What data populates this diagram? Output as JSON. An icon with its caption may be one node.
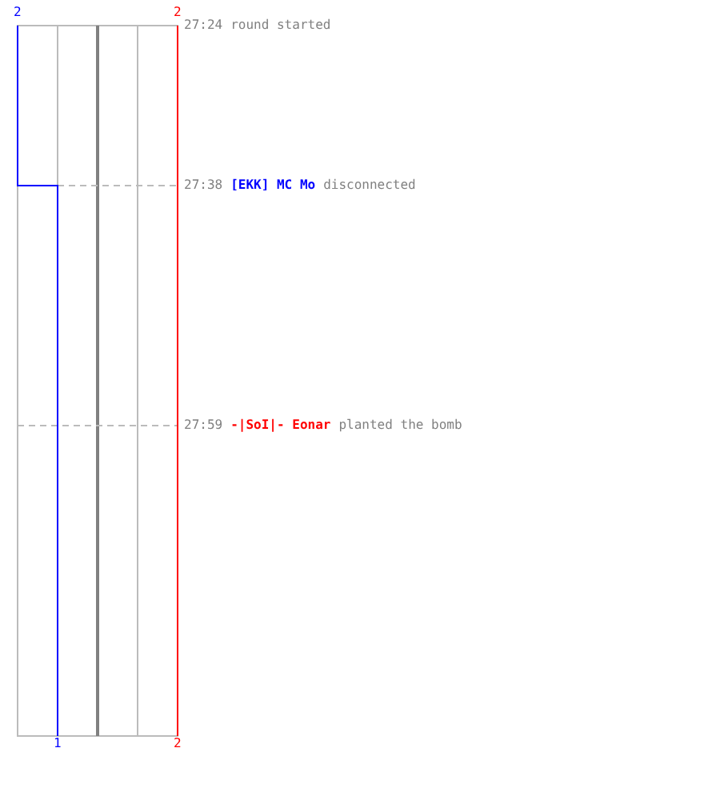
{
  "diagram": {
    "labels": [
      "2",
      "2",
      "27:24",
      "round started",
      "27:38",
      "[EKK] MC Mo",
      "disconnected",
      "27:59",
      "-|SoI|- Eonar",
      "planted the bomb",
      "1",
      "2"
    ]
  }
}
